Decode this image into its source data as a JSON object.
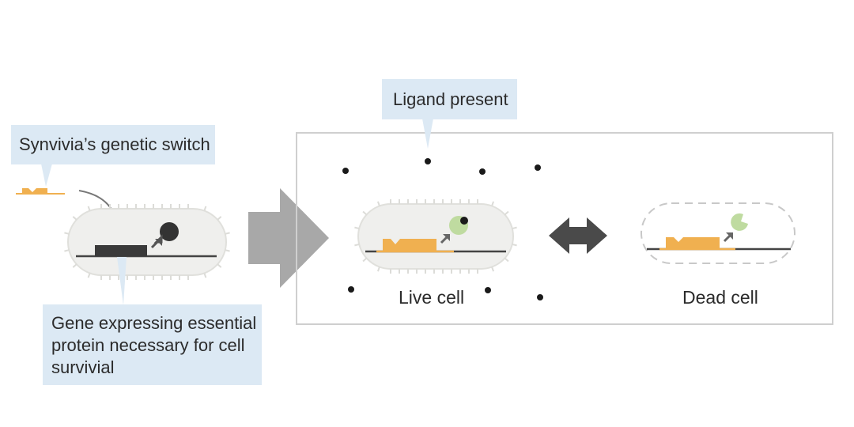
{
  "callouts": {
    "switch": "Synvivia’s genetic switch",
    "ligand": "Ligand present",
    "gene": [
      "Gene expressing essential",
      "protein necessary for cell",
      "survivial"
    ]
  },
  "labels": {
    "live_cell": "Live cell",
    "dead_cell": "Dead cell"
  },
  "colors": {
    "callout_bg": "#dce9f4",
    "cell_fill": "#efefed",
    "cell_stroke": "#dcdcd8",
    "gene_orange": "#f0b050",
    "dna_line": "#444444",
    "essential_gene": "#3a3a3a",
    "protein_green": "#bfdba0",
    "ligand_dot": "#1a1a1a",
    "big_arrow": "#a8a8a8",
    "double_arrow": "#4a4a4a",
    "panel_border": "#cfcfcf"
  }
}
